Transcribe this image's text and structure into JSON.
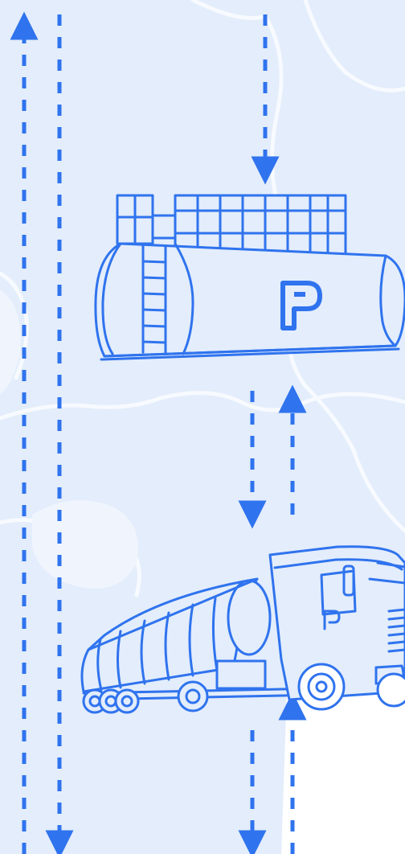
{
  "colors": {
    "accent": "#2F73EE",
    "background": "#E3EDFB",
    "map_lines": "#F7FAFE",
    "page": "#FFFFFF"
  },
  "illustration": {
    "tank": {
      "icon": "storage-tank-icon",
      "logo": "p-logo-icon"
    },
    "truck": {
      "icon": "fuel-tanker-truck-icon",
      "logo": "p-logo-icon"
    },
    "arrows": [
      {
        "name": "left-outer-up",
        "direction": "up"
      },
      {
        "name": "left-inner-down",
        "direction": "down"
      },
      {
        "name": "top-down-to-tank",
        "direction": "down"
      },
      {
        "name": "tank-to-truck-down",
        "direction": "down"
      },
      {
        "name": "truck-to-tank-up",
        "direction": "up"
      },
      {
        "name": "bottom-down",
        "direction": "down"
      },
      {
        "name": "bottom-up",
        "direction": "up"
      }
    ]
  }
}
